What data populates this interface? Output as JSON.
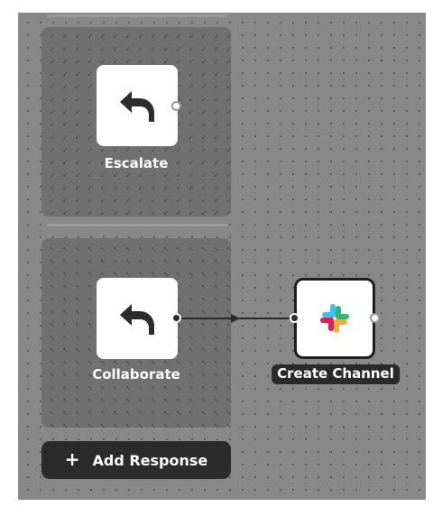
{
  "canvas": {
    "nodes": [
      {
        "id": "escalate",
        "label": "Escalate",
        "icon": "reply-arrow-icon"
      },
      {
        "id": "collaborate",
        "label": "Collaborate",
        "icon": "reply-arrow-icon"
      },
      {
        "id": "create_channel",
        "label": "Create Channel",
        "icon": "slack-logo-icon"
      }
    ],
    "edges": [
      {
        "from": "collaborate",
        "to": "create_channel"
      }
    ],
    "add_response": {
      "icon": "+",
      "label": "Add Response"
    }
  },
  "colors": {
    "canvas_bg": "#888888",
    "panel_bg": "#6f6f6f",
    "node_bg": "#ffffff",
    "dark": "#2b2b2b",
    "slack_blue": "#36C5F0",
    "slack_green": "#2EB67D",
    "slack_yellow": "#ECB22E",
    "slack_red": "#E01E5A"
  }
}
